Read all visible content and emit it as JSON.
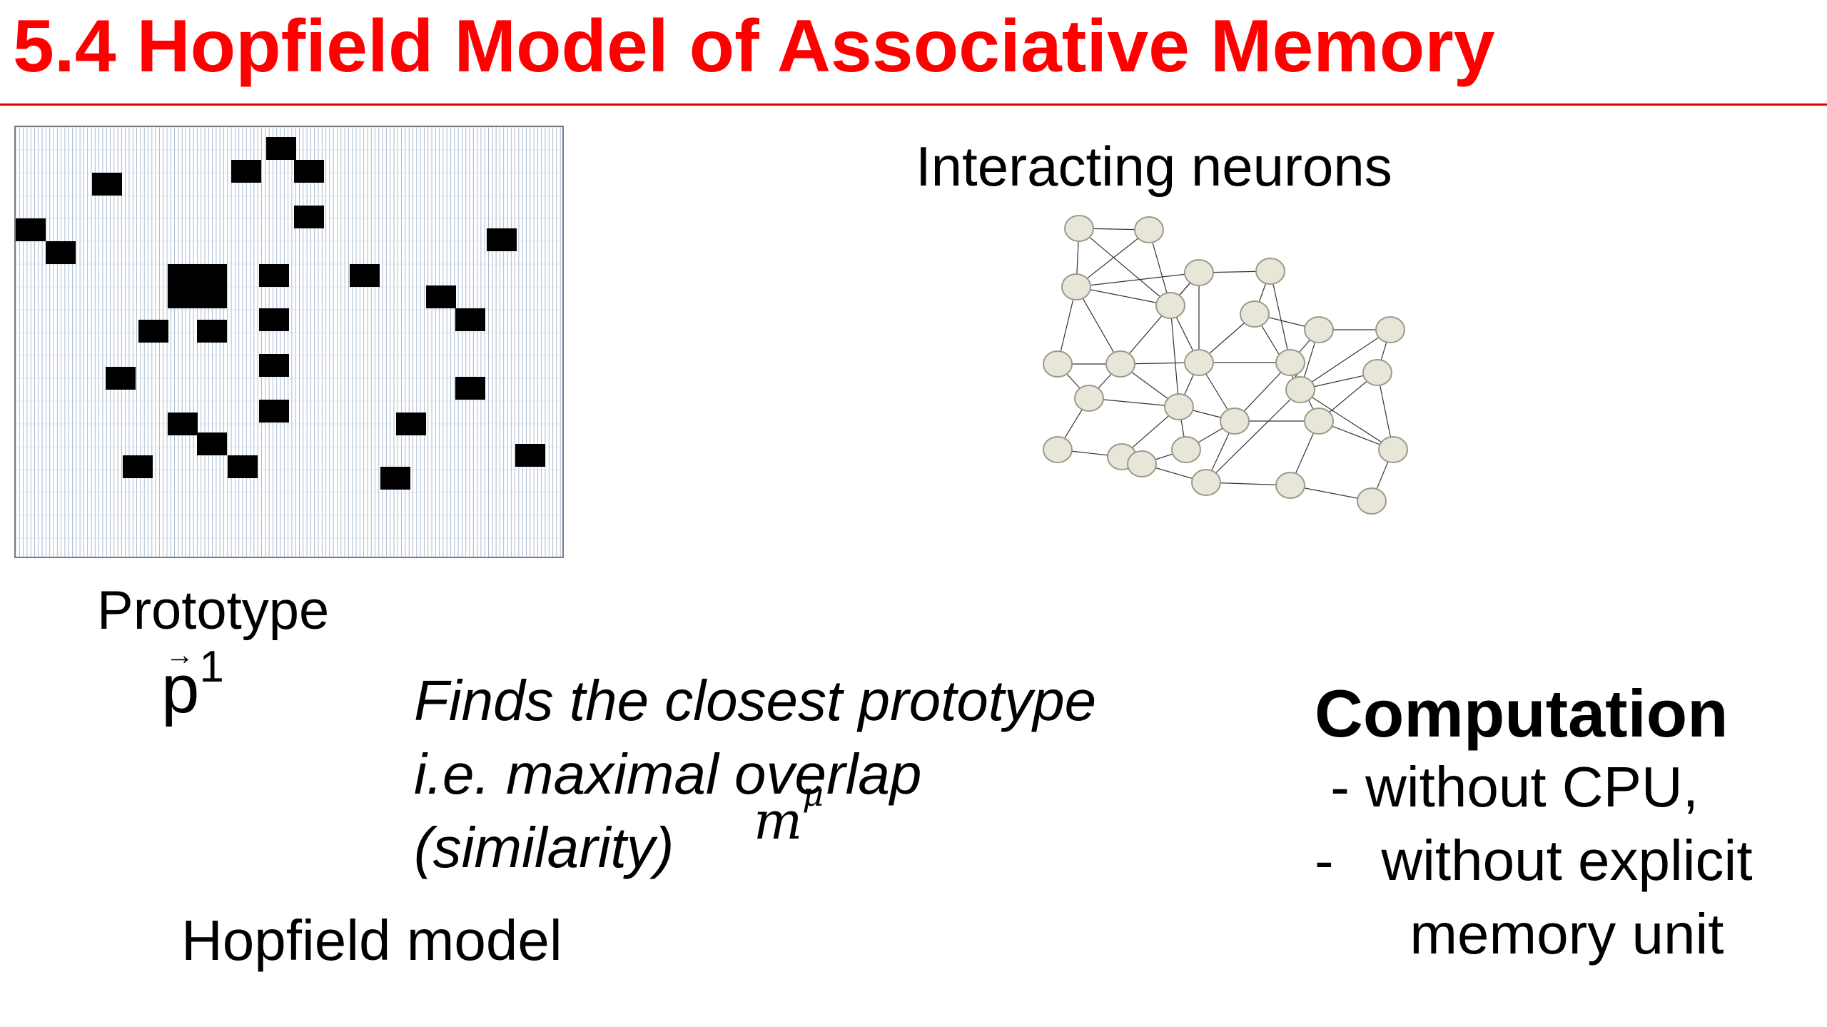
{
  "slide": {
    "title": "5.4 Hopfield Model of Associative Memory",
    "network_caption": "Interacting neurons",
    "prototype_label": "Prototype",
    "prototype_symbol": "p",
    "prototype_superscript": "1",
    "finds_lines": [
      "Finds the  closest prototype",
      "i.e. maximal overlap",
      "(similarity)"
    ],
    "overlap_symbol": "m",
    "overlap_superscript": "μ",
    "hopfield_label": "Hopfield model",
    "computation_title": "Computation",
    "computation_lines": [
      " - without CPU,",
      "-   without explicit",
      "      memory unit"
    ]
  },
  "prototype_pattern": {
    "grid_color": "#9fb4cc",
    "fill_color": "#000000"
  },
  "network": {
    "node_fill": "#e8e6d8",
    "node_stroke": "#9a9a8a",
    "edge_color": "#333333"
  }
}
